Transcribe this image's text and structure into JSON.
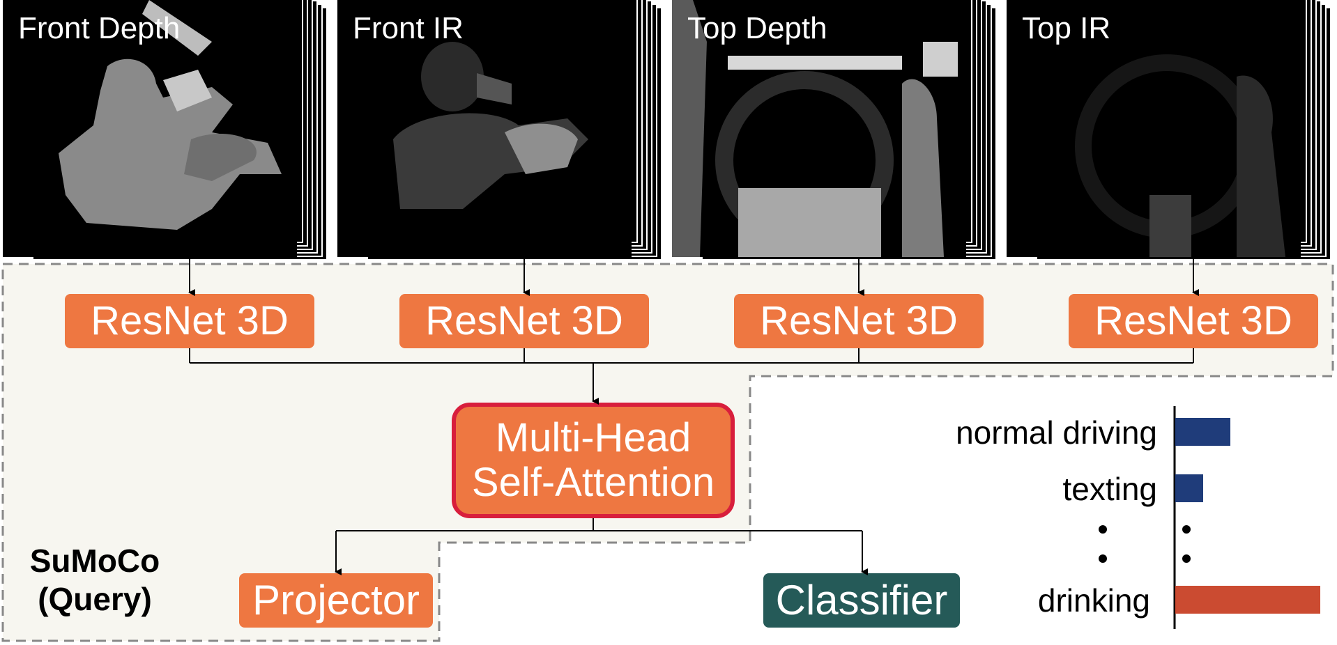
{
  "frames": [
    {
      "label": "Front Depth",
      "icon": "front-depth-image"
    },
    {
      "label": "Front IR",
      "icon": "front-ir-image"
    },
    {
      "label": "Top Depth",
      "icon": "top-depth-image"
    },
    {
      "label": "Top IR",
      "icon": "top-ir-image"
    }
  ],
  "encoders": [
    "ResNet 3D",
    "ResNet 3D",
    "ResNet 3D",
    "ResNet 3D"
  ],
  "attention": {
    "line1": "Multi-Head",
    "line2": "Self-Attention"
  },
  "projector": "Projector",
  "classifier": "Classifier",
  "region_label": {
    "line1": "SuMoCo",
    "line2": "(Query)"
  },
  "chart_data": {
    "type": "bar",
    "orientation": "horizontal",
    "categories": [
      "normal driving",
      "texting",
      "drinking"
    ],
    "values": [
      0.38,
      0.19,
      1.0
    ],
    "ellipsis": true,
    "colors": [
      "#1F3C7A",
      "#1F3C7A",
      "#CB4B31"
    ]
  },
  "colors": {
    "encoder": "#EE7741",
    "attention_border": "#D81E3C",
    "classifier": "#255A58",
    "region_fill": "#F7F6F0",
    "region_border": "#888888"
  }
}
